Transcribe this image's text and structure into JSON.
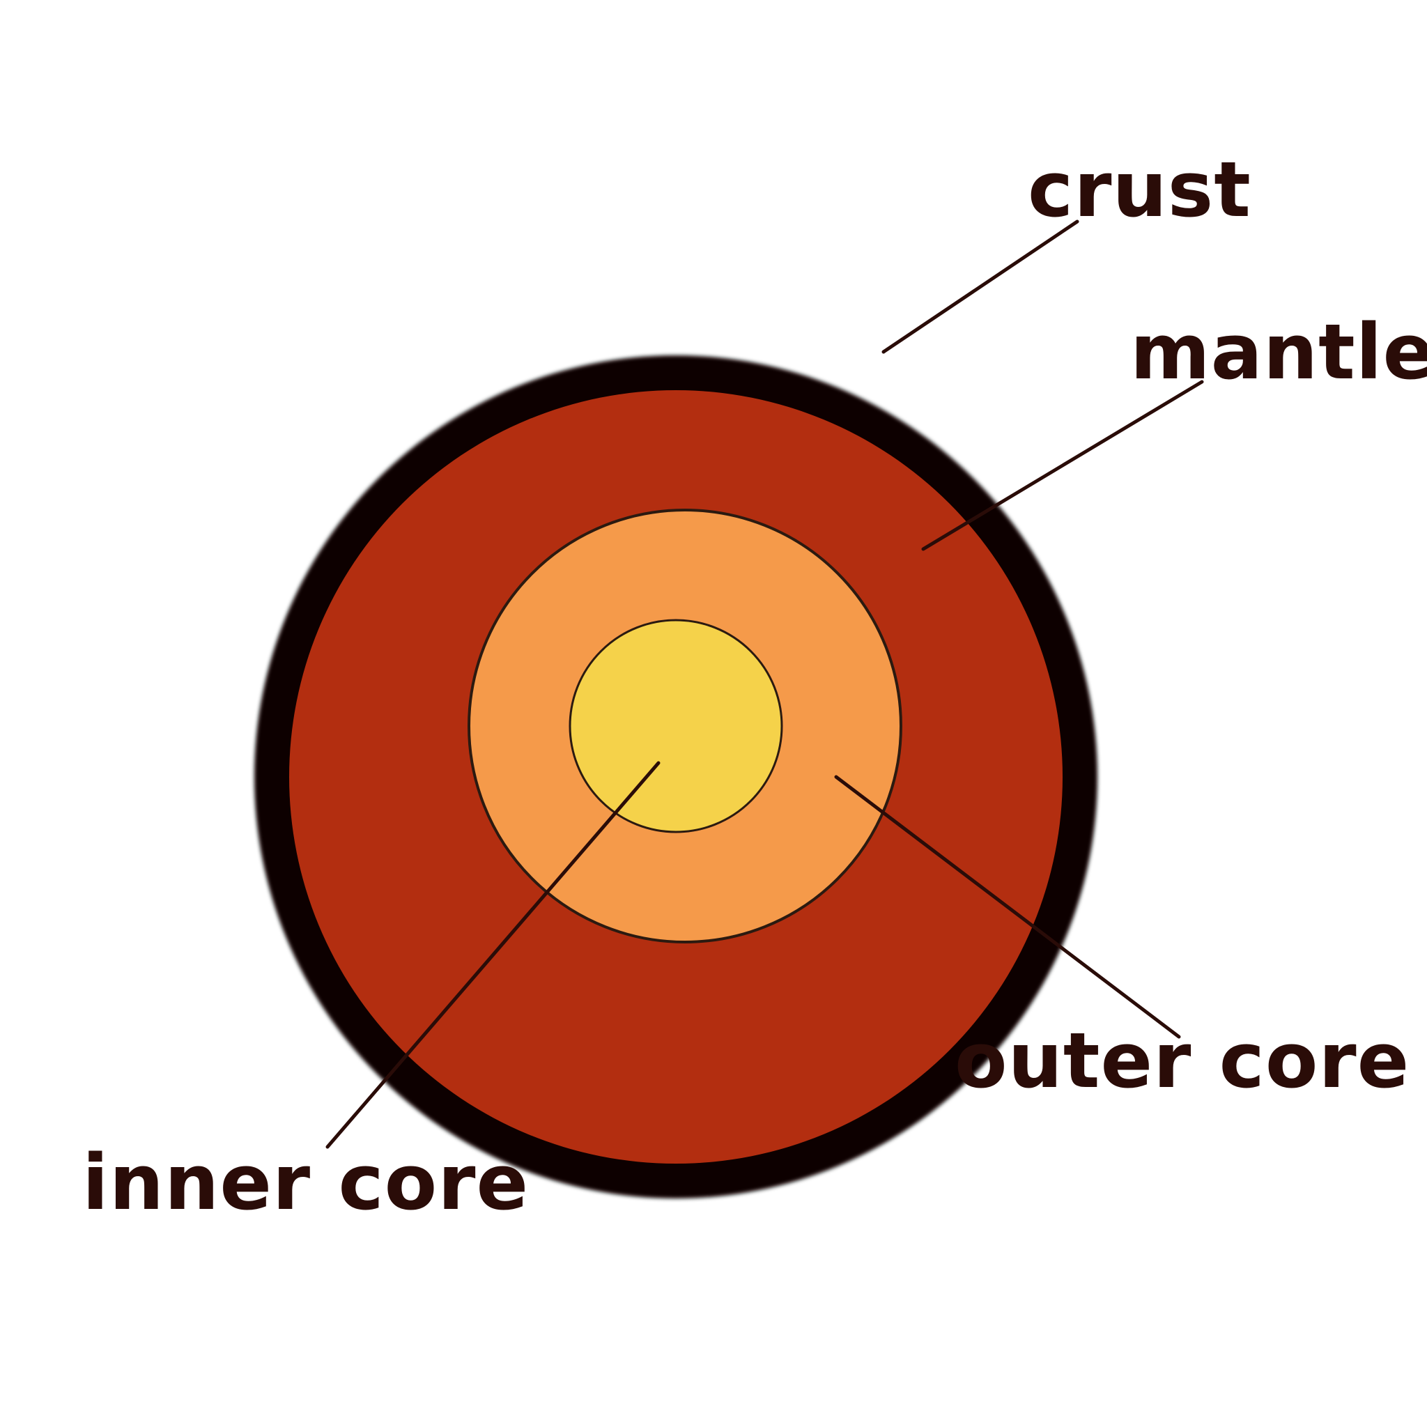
{
  "diagram": {
    "layers": [
      {
        "id": "crust",
        "color": "#0a0000"
      },
      {
        "id": "mantle",
        "color": "#b32e10"
      },
      {
        "id": "outer_core",
        "color": "#f59a4a"
      },
      {
        "id": "inner_core",
        "color": "#f5d24a"
      }
    ],
    "outline_color": "#2b1a10",
    "line_color": "#2a0c08",
    "label_color": "#2a0c08"
  },
  "labels": {
    "crust": "crust",
    "mantle": "mantle",
    "outer_core": "outer core",
    "inner_core": "inner core"
  }
}
